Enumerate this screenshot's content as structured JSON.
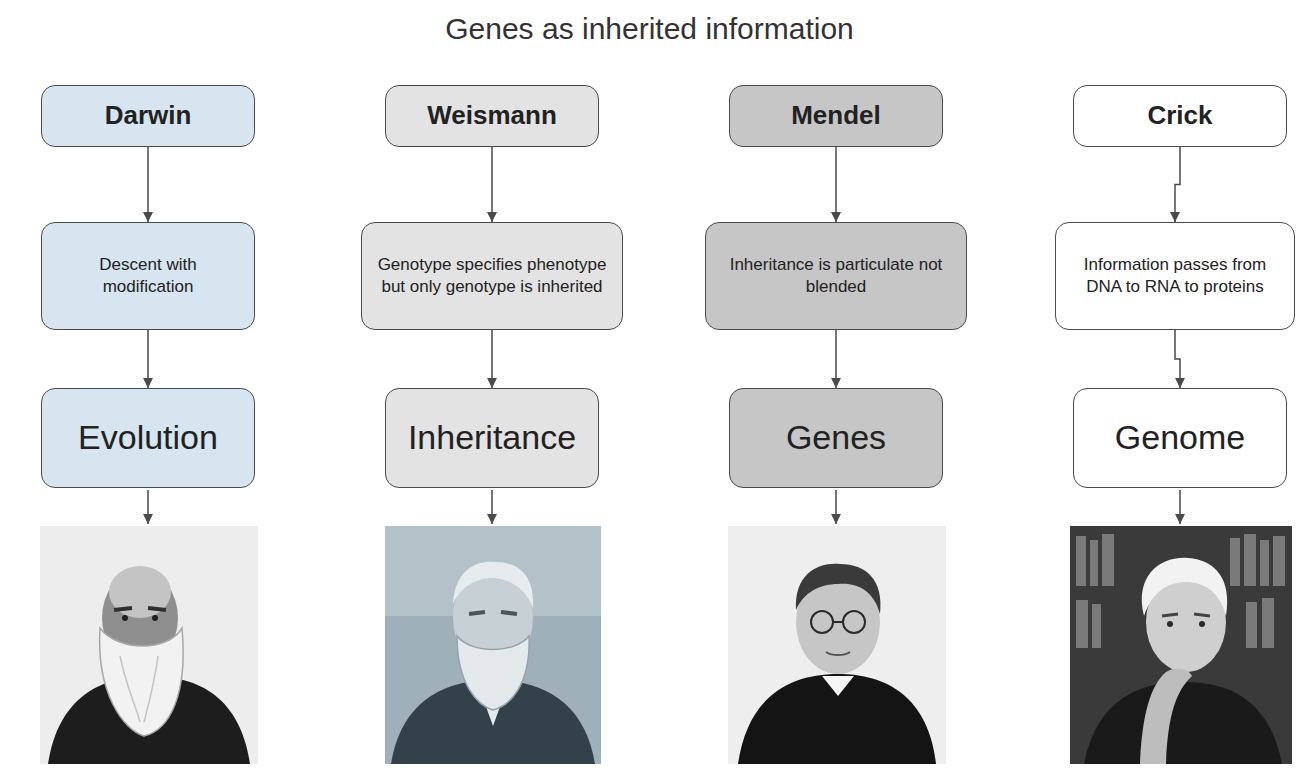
{
  "diagram": {
    "title": "Genes as inherited information",
    "nodes": [
      {
        "text": [
          "Darwin"
        ]
      },
      {
        "text": [
          "Descent with modification"
        ]
      },
      {
        "text": [
          "Evolution"
        ]
      },
      {
        "text": [
          "Weismann"
        ]
      },
      {
        "text": [
          "Genotype specifies phenotype but only genotype is inherited"
        ]
      },
      {
        "text": [
          "Inheritance"
        ]
      },
      {
        "text": [
          "Mendel"
        ]
      },
      {
        "text": [
          "Inheritance is particulate not blended"
        ]
      },
      {
        "text": [
          "Genes"
        ]
      },
      {
        "text": [
          "Crick"
        ]
      },
      {
        "text": [
          "Information passes from DNA to RNA to proteins"
        ]
      },
      {
        "text": [
          "Genome"
        ]
      }
    ],
    "edges": [
      {
        "from": 0,
        "to": 1,
        "arrow": "to"
      },
      {
        "from": 1,
        "to": 2,
        "arrow": "to"
      },
      {
        "from": 3,
        "to": 4,
        "arrow": "to"
      },
      {
        "from": 4,
        "to": 5,
        "arrow": "to"
      },
      {
        "from": 6,
        "to": 7,
        "arrow": "to"
      },
      {
        "from": 7,
        "to": 8,
        "arrow": "to"
      },
      {
        "from": 9,
        "to": 10,
        "arrow": "to"
      },
      {
        "from": 10,
        "to": 11,
        "arrow": "to"
      }
    ]
  }
}
